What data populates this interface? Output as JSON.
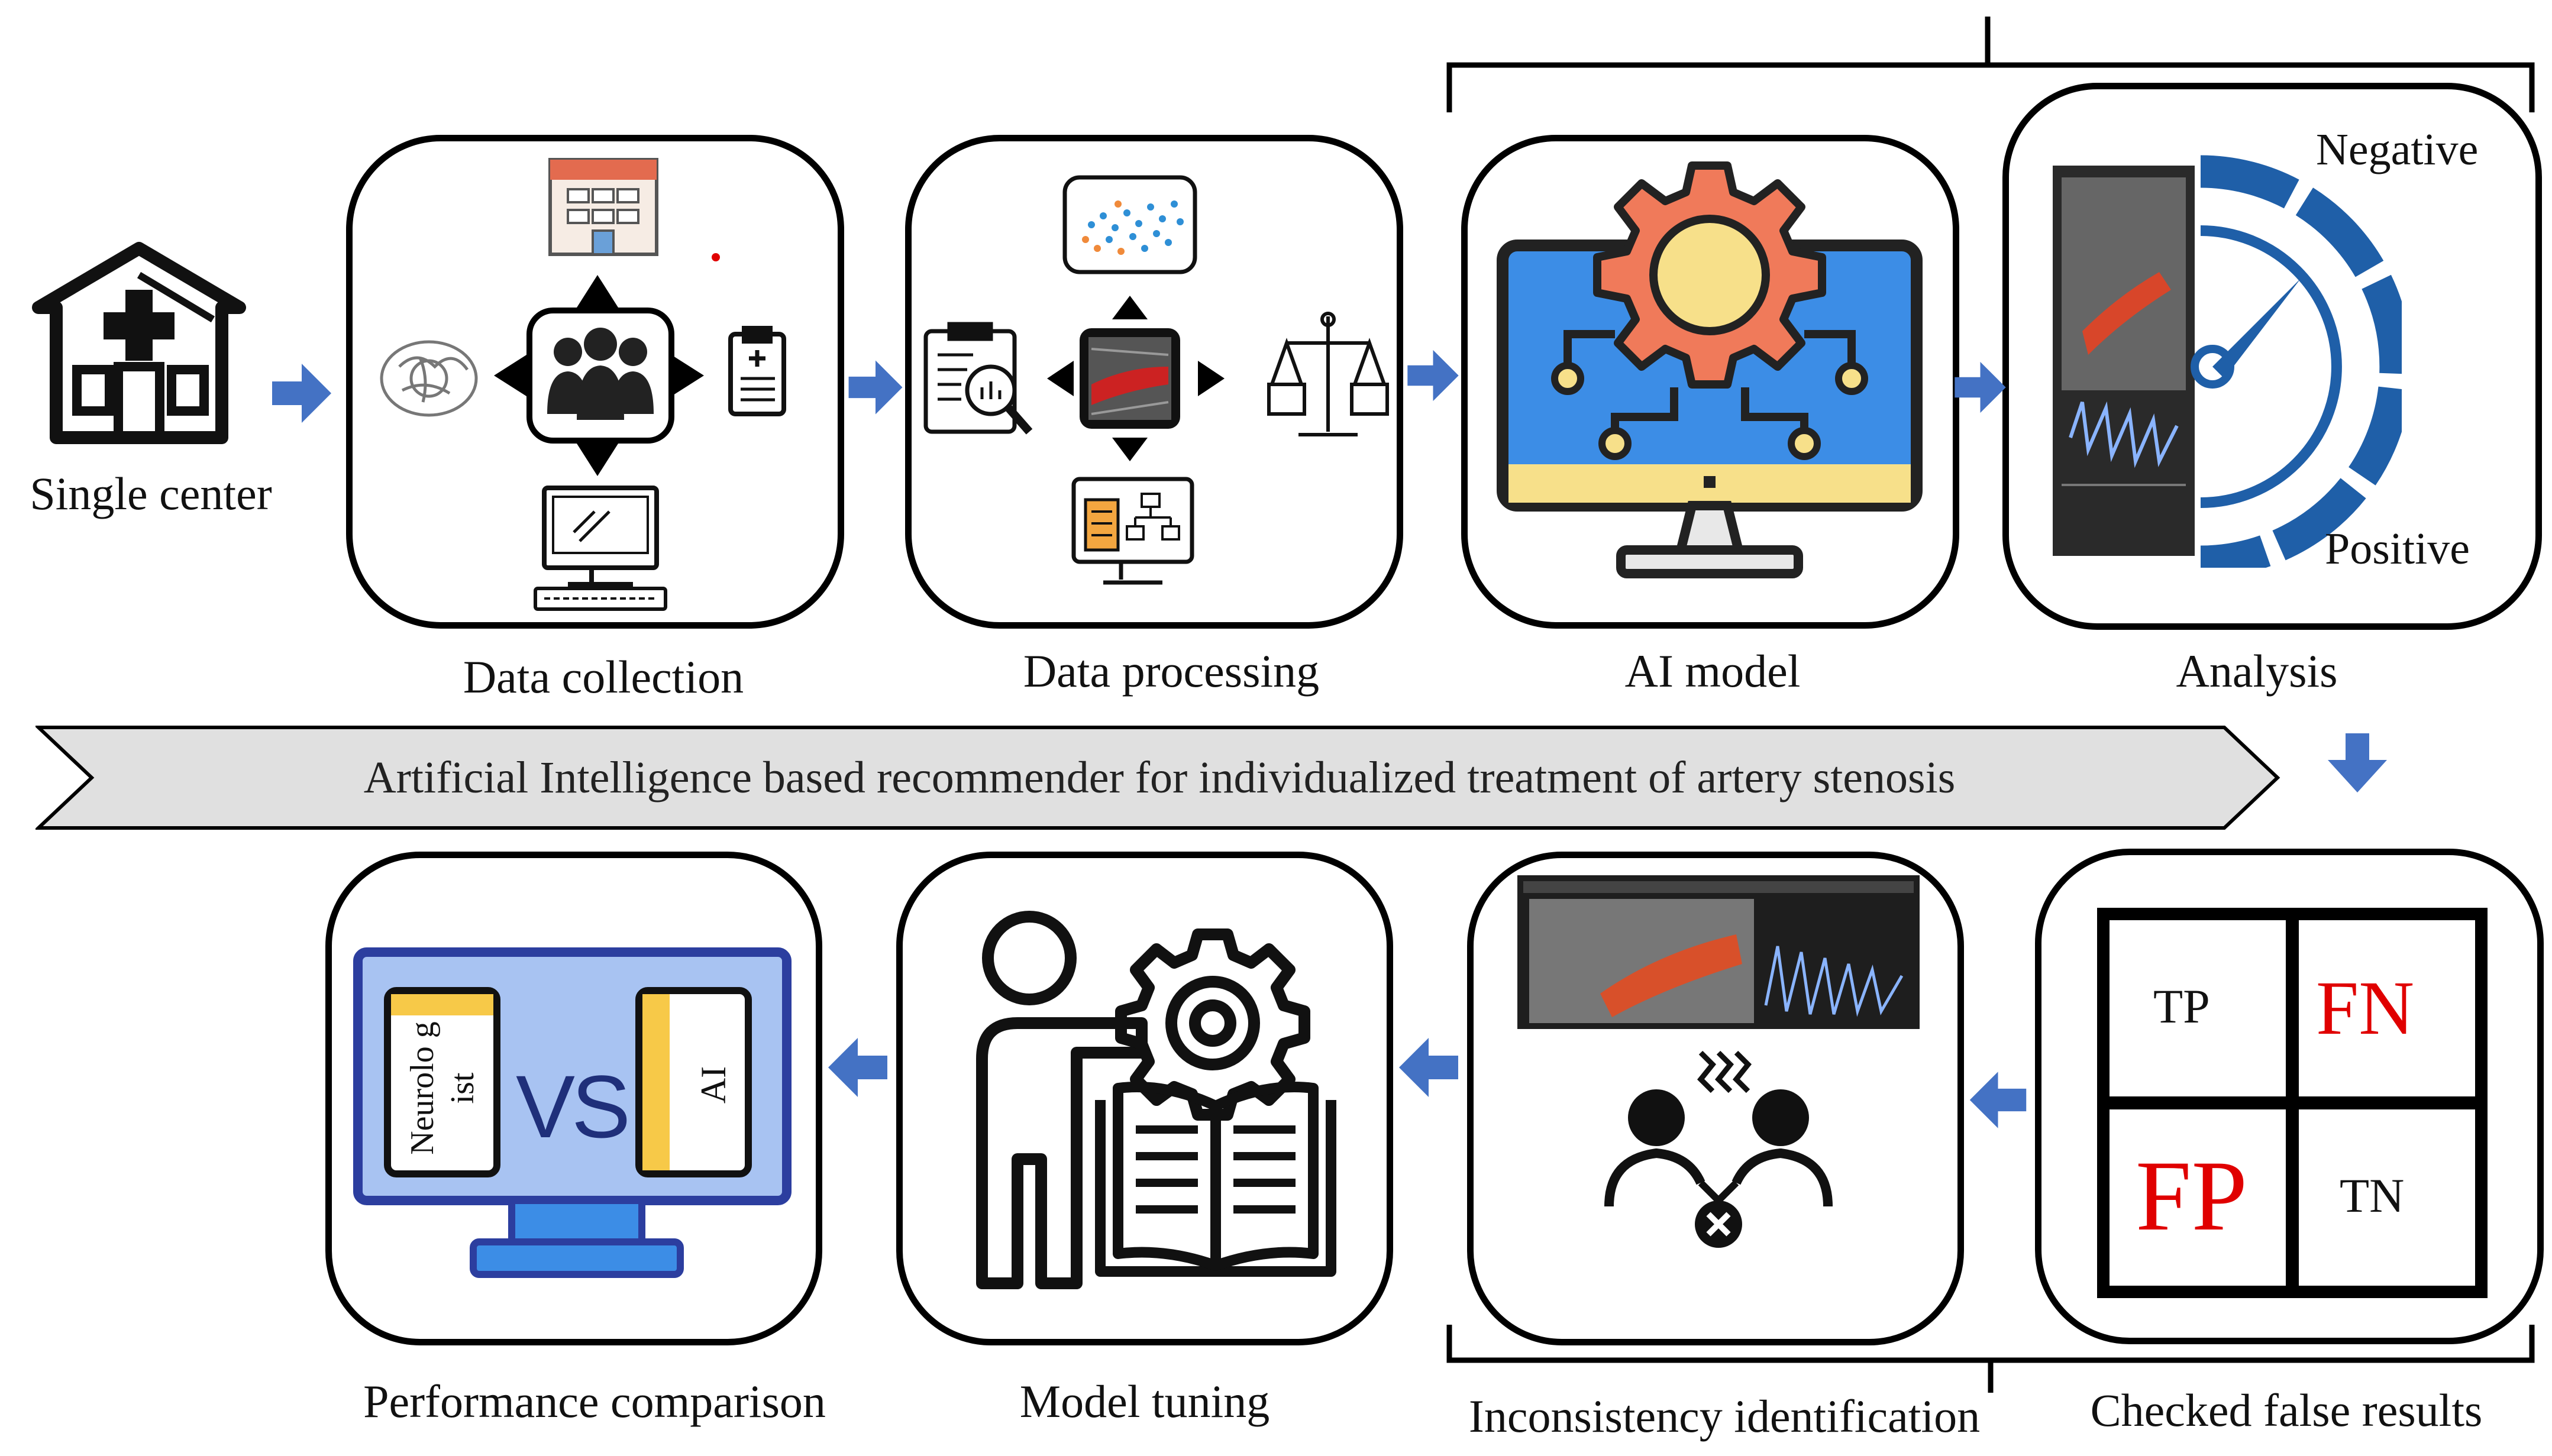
{
  "labels": {
    "single_center": "Single center",
    "data_collection": "Data collection",
    "data_processing": "Data processing",
    "ai_model": "AI model",
    "analysis": "Analysis",
    "performance_comparison": "Performance comparison",
    "model_tuning": "Model tuning",
    "inconsistency_identification": "Inconsistency identification",
    "checked_false_results": "Checked false results"
  },
  "banner": {
    "text": "Artificial Intelligence based recommender for individualized treatment of artery stenosis"
  },
  "analysis_gauge": {
    "negative": "Negative",
    "positive": "Positive"
  },
  "confusion_matrix": {
    "tp": "TP",
    "fn": "FN",
    "fp": "FP",
    "tn": "TN"
  },
  "comparison": {
    "left": "Neurolo gist",
    "vs": "VS",
    "right": "AI"
  },
  "colors": {
    "arrow_blue": "#4472C4",
    "monitor_blue": "#3C8DE6",
    "gear_orange": "#F07A5A",
    "gauge_blue": "#1F5FA8",
    "highlight_red": "#E00000",
    "banner_gray": "#E0E0E0",
    "accent_yellow": "#F7C948"
  }
}
